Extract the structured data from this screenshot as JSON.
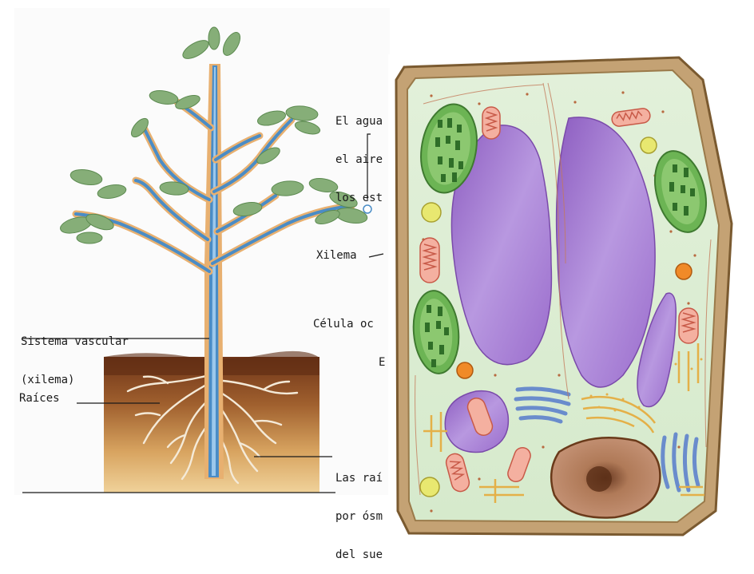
{
  "plant_panel": {
    "label_top": [
      "El agua",
      "el aire",
      "los est"
    ],
    "label_xilema": "Xilema",
    "label_celula": [
      "Célula oc",
      "E"
    ],
    "label_sistema": [
      "Sistema vascular",
      "(xilema)"
    ],
    "label_raices": "Raíces",
    "label_bottom": [
      "Las raí",
      "por ósm",
      "del sue"
    ]
  },
  "colors": {
    "xylem": "#4a90c8",
    "phloem": "#e8a860",
    "soil_top": "#7a3f1c",
    "soil_bottom": "#e8c080",
    "leaf": "#7fa870",
    "cell_wall": "#b89868",
    "cytoplasm": "#d8ecd0",
    "vacuole": "#a070c8",
    "chloroplast": "#60a848",
    "nucleus": "#a8704a",
    "golgi": "#78a0d8",
    "mitochondrion": "#e07060"
  }
}
